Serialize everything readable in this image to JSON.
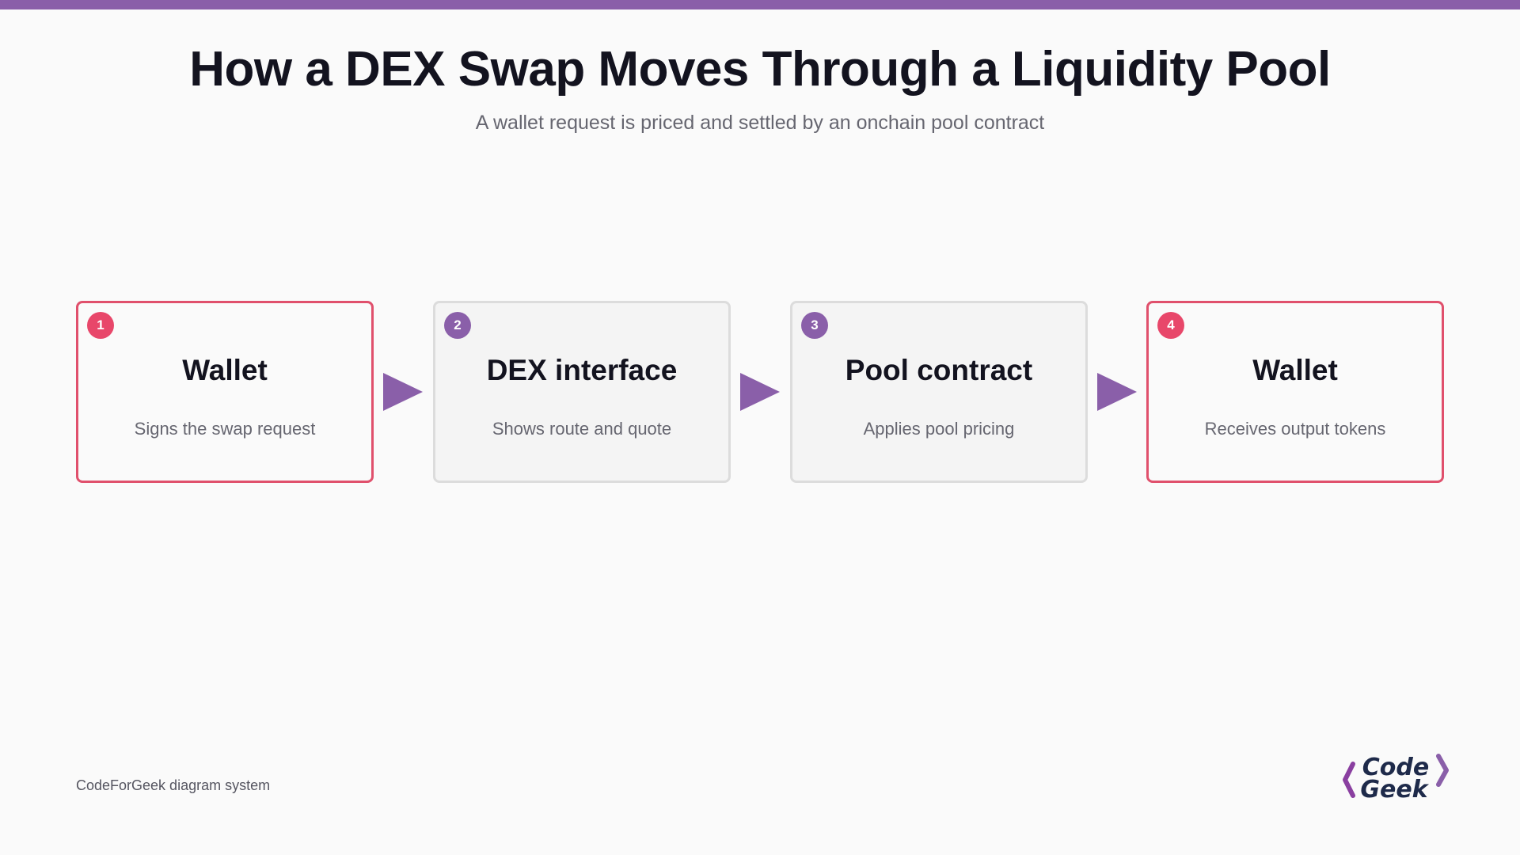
{
  "header": {
    "title": "How a DEX Swap Moves Through a Liquidity Pool",
    "subtitle": "A wallet request is priced and settled by an onchain pool contract"
  },
  "steps": [
    {
      "number": "1",
      "title": "Wallet",
      "description": "Signs the swap request",
      "style": "accent",
      "badge_color": "#e8476a"
    },
    {
      "number": "2",
      "title": "DEX interface",
      "description": "Shows route and quote",
      "style": "neutral",
      "badge_color": "#8a5fa9"
    },
    {
      "number": "3",
      "title": "Pool contract",
      "description": "Applies pool pricing",
      "style": "neutral",
      "badge_color": "#8a5fa9"
    },
    {
      "number": "4",
      "title": "Wallet",
      "description": "Receives output tokens",
      "style": "accent",
      "badge_color": "#e8476a"
    }
  ],
  "colors": {
    "accent_border": "#e0506c",
    "arrow": "#8a5fa9",
    "top_bar": "#8a5fa9"
  },
  "footer": {
    "text": "CodeForGeek diagram system"
  },
  "logo": {
    "line1": "Code",
    "line2": "Geek"
  }
}
